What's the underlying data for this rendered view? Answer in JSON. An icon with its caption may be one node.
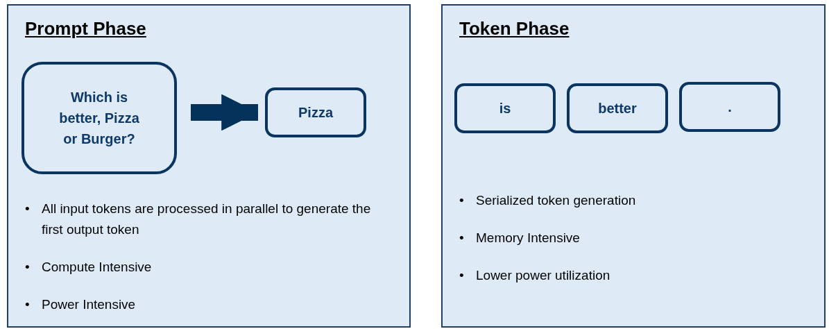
{
  "diagram": {
    "nodes": [
      {
        "text": [
          "Prompt Phase"
        ]
      },
      {
        "text": [
          "Which is better, Pizza or Burger?"
        ],
        "in": 0
      },
      {
        "text": [
          "Pizza"
        ],
        "in": 0
      },
      {
        "text": [
          "Token Phase"
        ]
      },
      {
        "text": [
          "is"
        ],
        "in": 3
      },
      {
        "text": [
          "better"
        ],
        "in": 3
      },
      {
        "text": [
          "."
        ],
        "in": 3
      }
    ],
    "edges": [
      {
        "from": 1,
        "to": 2,
        "arrow": "to"
      }
    ],
    "labels": [
      "•",
      "All input tokens are processed in parallel to generate the first output token",
      "•",
      "Compute Intensive",
      "•",
      "Power Intensive",
      "•",
      "Serialized token generation",
      "•",
      "Memory Intensive",
      "•",
      "Lower power utilization"
    ]
  }
}
